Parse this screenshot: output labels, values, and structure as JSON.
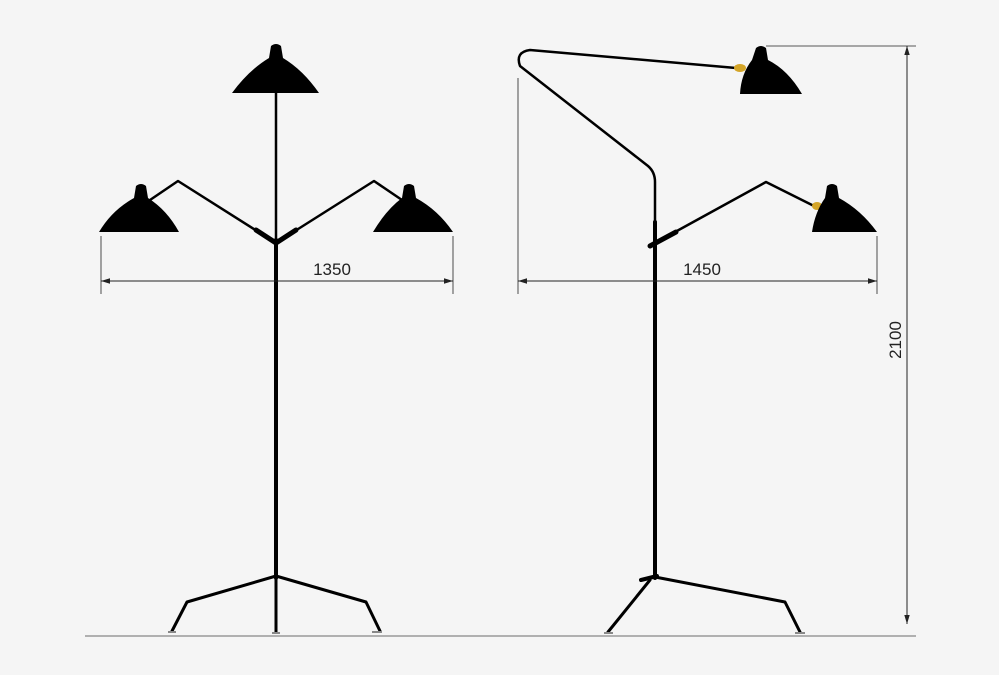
{
  "dimensions": {
    "width_three_arm": "1350",
    "width_two_arm": "1450",
    "height": "2100"
  },
  "colors": {
    "background": "#f5f5f5",
    "lamp": "#000000",
    "brass": "#d4a528",
    "dimension": "#222222",
    "floor": "#888888"
  }
}
